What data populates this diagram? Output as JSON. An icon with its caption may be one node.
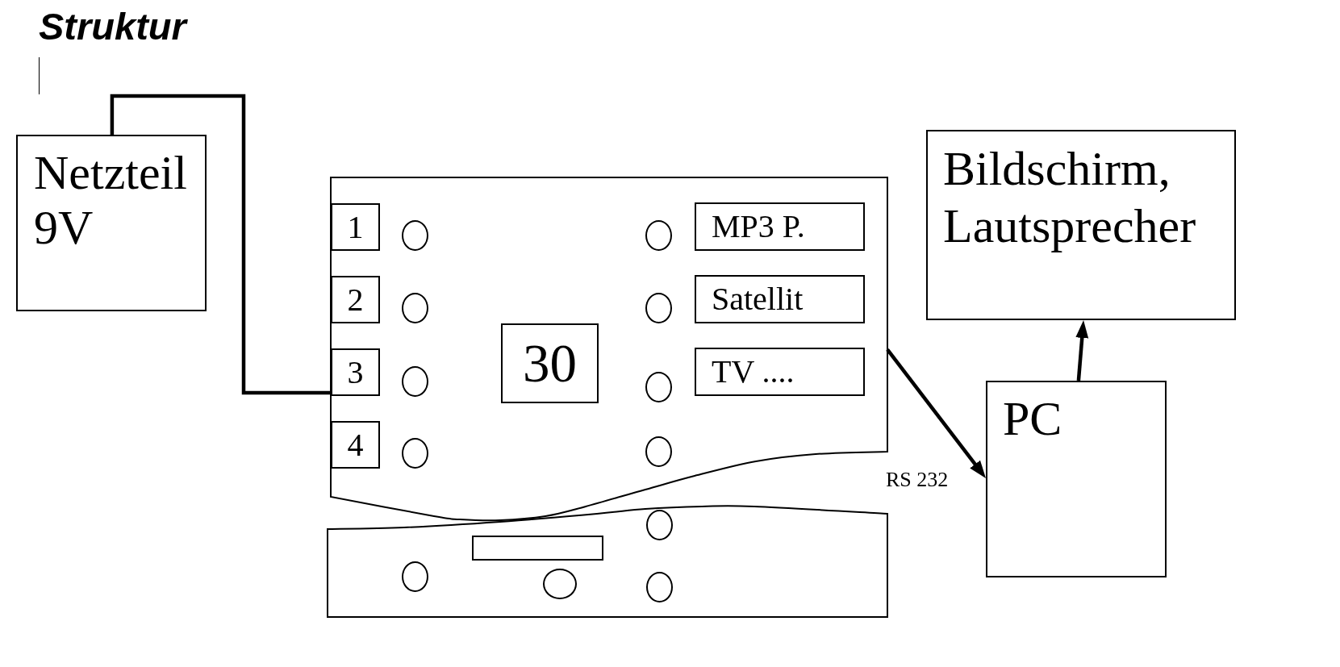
{
  "diagram": {
    "title": "Struktur",
    "nodes": [
      {
        "text": [
          "Netzteil 9V"
        ]
      },
      {
        "text": [
          "Bildschirm, Lautsprecher"
        ]
      },
      {
        "text": [],
        "shape": "box"
      },
      {
        "text": [
          "1"
        ],
        "in": 2
      },
      {
        "text": [],
        "shape": "circle",
        "in": 2
      },
      {
        "text": [],
        "shape": "circle",
        "in": 2
      },
      {
        "text": [
          "MP3 P."
        ],
        "in": 2
      },
      {
        "text": [
          "2"
        ],
        "in": 2
      },
      {
        "text": [],
        "shape": "circle",
        "in": 2
      },
      {
        "text": [],
        "shape": "circle",
        "in": 2
      },
      {
        "text": [
          "Satellit"
        ],
        "in": 2
      },
      {
        "text": [
          "3"
        ],
        "in": 2
      },
      {
        "text": [],
        "shape": "circle",
        "in": 2
      },
      {
        "text": [
          "30"
        ],
        "in": 2
      },
      {
        "text": [],
        "shape": "circle",
        "in": 2
      },
      {
        "text": [
          "TV ...."
        ],
        "in": 2
      },
      {
        "text": [
          "4"
        ],
        "in": 2
      },
      {
        "text": [],
        "shape": "circle",
        "in": 2
      },
      {
        "text": [],
        "shape": "circle",
        "in": 2
      },
      {
        "text": [
          "PC"
        ]
      },
      {
        "text": [],
        "shape": "box"
      },
      {
        "text": [],
        "shape": "circle",
        "in": 20
      },
      {
        "text": [],
        "shape": "box",
        "in": 20
      },
      {
        "text": [],
        "shape": "circle",
        "in": 20
      },
      {
        "text": [],
        "shape": "circle",
        "in": 20
      },
      {
        "text": [],
        "shape": "circle",
        "in": 20
      }
    ],
    "edges": [
      {
        "from": 0,
        "to": 11,
        "arrow": "none"
      },
      {
        "from": 2,
        "to": 19,
        "arrow": "to",
        "label": "RS 232"
      },
      {
        "from": 19,
        "to": 1,
        "arrow": "to"
      }
    ]
  }
}
